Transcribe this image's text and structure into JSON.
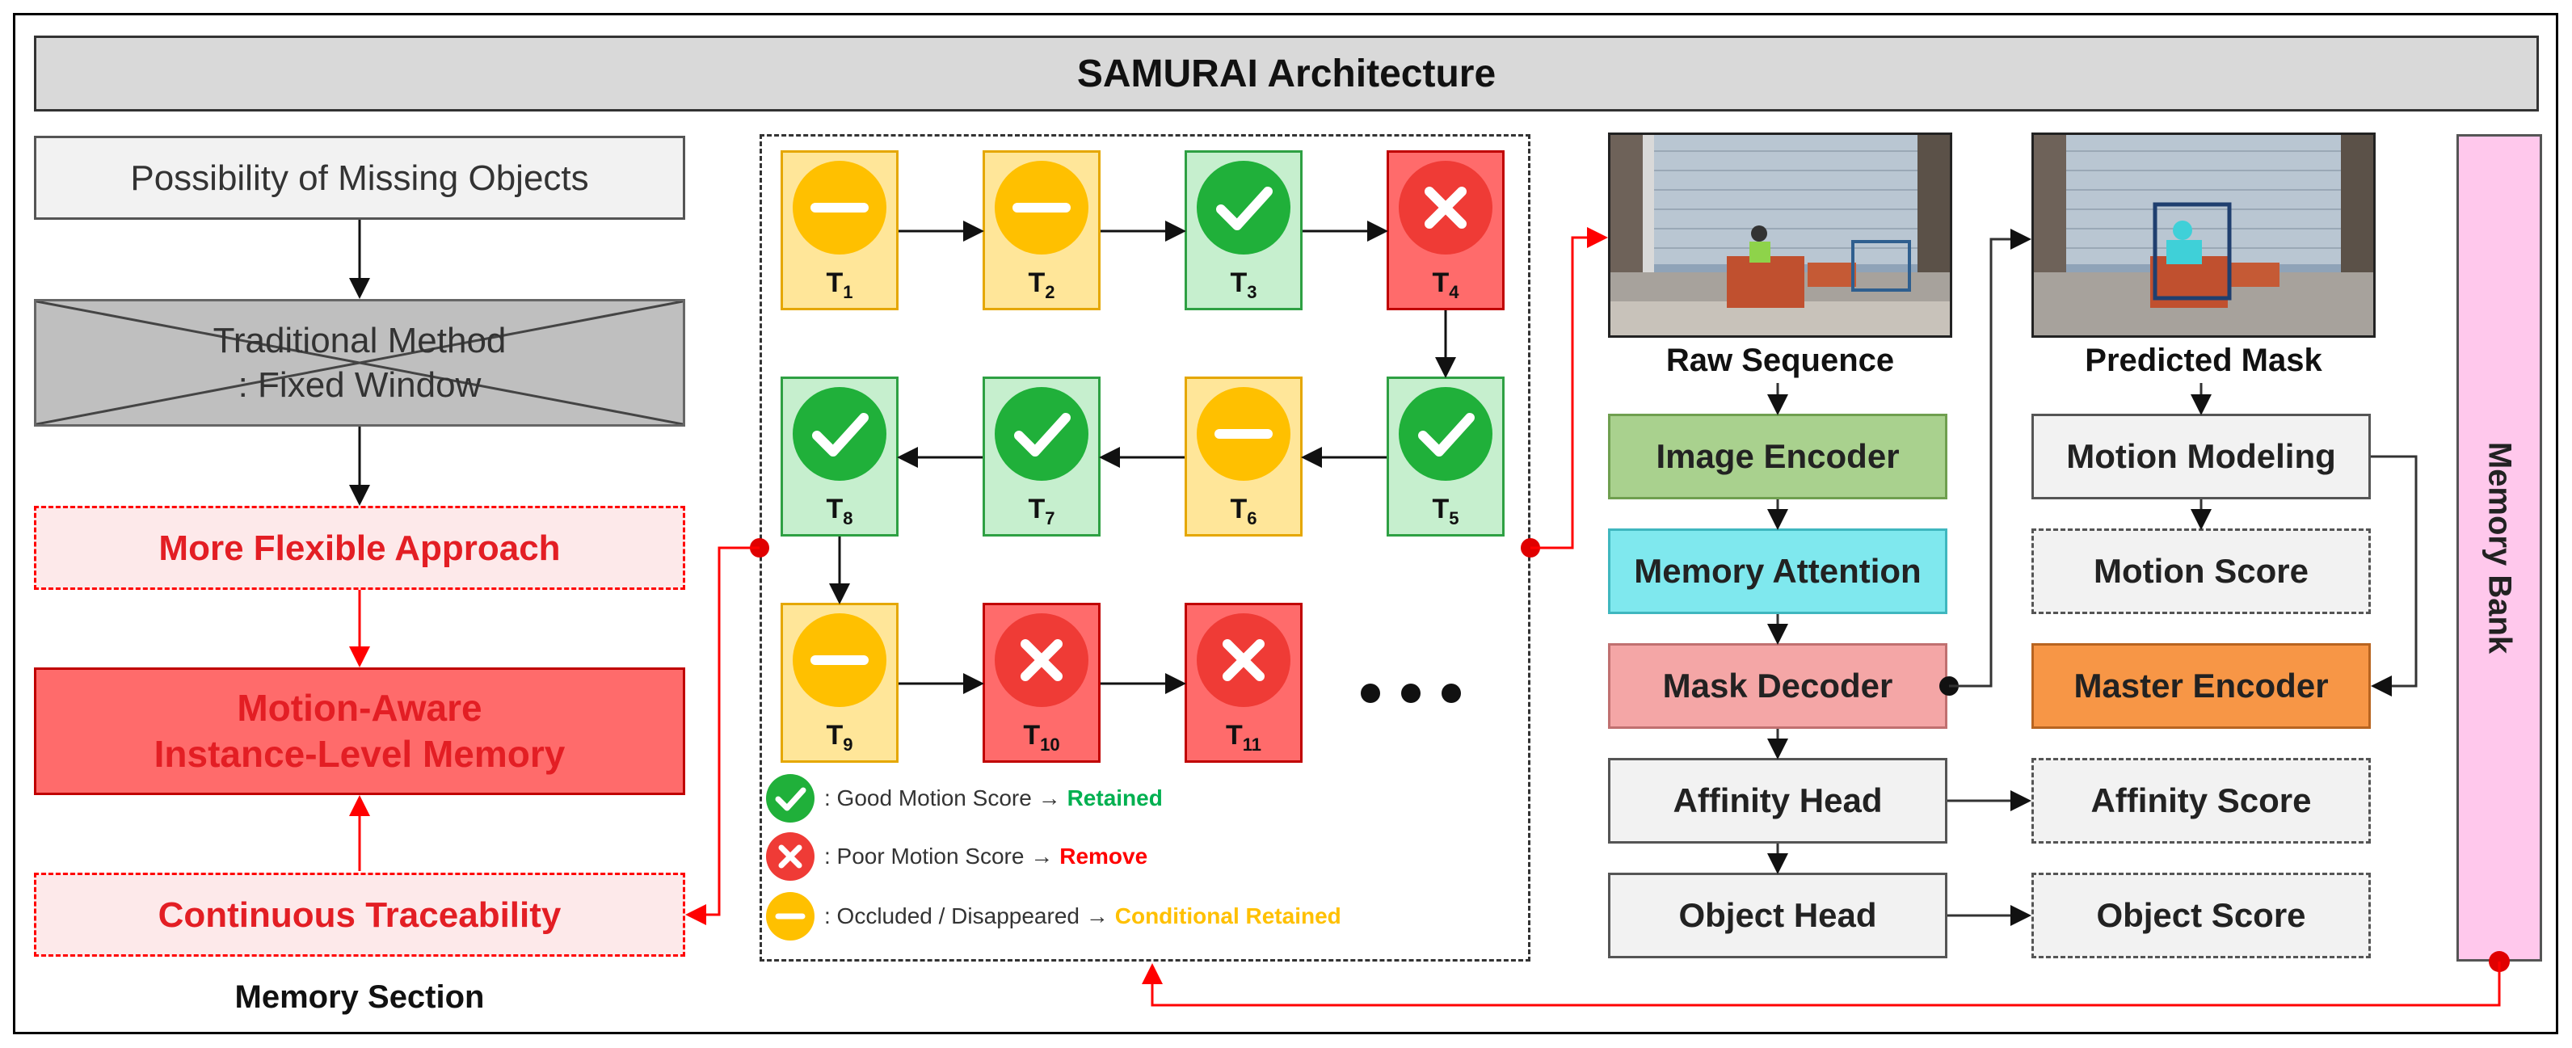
{
  "title": "SAMURAI Architecture",
  "memory_section": {
    "missing": "Possibility of  Missing Objects",
    "traditional_line1": "Traditional Method",
    "traditional_line2": ": Fixed Window",
    "flexible": "More Flexible Approach",
    "motion_line1": "Motion-Aware",
    "motion_line2": "Instance-Level Memory",
    "traceability": "Continuous Traceability",
    "caption": "Memory Section"
  },
  "frames": [
    {
      "id": "T",
      "sub": "1",
      "state": "occluded"
    },
    {
      "id": "T",
      "sub": "2",
      "state": "occluded"
    },
    {
      "id": "T",
      "sub": "3",
      "state": "good"
    },
    {
      "id": "T",
      "sub": "4",
      "state": "poor"
    },
    {
      "id": "T",
      "sub": "5",
      "state": "good"
    },
    {
      "id": "T",
      "sub": "6",
      "state": "occluded"
    },
    {
      "id": "T",
      "sub": "7",
      "state": "good"
    },
    {
      "id": "T",
      "sub": "8",
      "state": "good"
    },
    {
      "id": "T",
      "sub": "9",
      "state": "occluded"
    },
    {
      "id": "T",
      "sub": "10",
      "state": "poor"
    },
    {
      "id": "T",
      "sub": "11",
      "state": "poor"
    }
  ],
  "legend": {
    "good_text": ": Good  Motion Score  →",
    "good_result": "Retained",
    "poor_text": ": Poor  Motion Score  →",
    "poor_result": "Remove",
    "occluded_text": ": Occluded  / Disappeared  →",
    "occluded_result": "Conditional  Retained"
  },
  "pipeline": {
    "raw_caption": "Raw Sequence",
    "pred_caption": "Predicted Mask",
    "image_encoder": "Image Encoder",
    "memory_attention": "Memory Attention",
    "mask_decoder": "Mask Decoder",
    "affinity_head": "Affinity Head",
    "object_head": "Object Head",
    "motion_modeling": "Motion Modeling",
    "motion_score": "Motion Score",
    "master_encoder": "Master Encoder",
    "affinity_score": "Affinity Score",
    "object_score": "Object Score",
    "memory_bank": "Memory Bank"
  },
  "colors": {
    "red": "#ff0000",
    "good": "#20b03a",
    "poor": "#ef3b36",
    "occluded": "#ffc000"
  }
}
